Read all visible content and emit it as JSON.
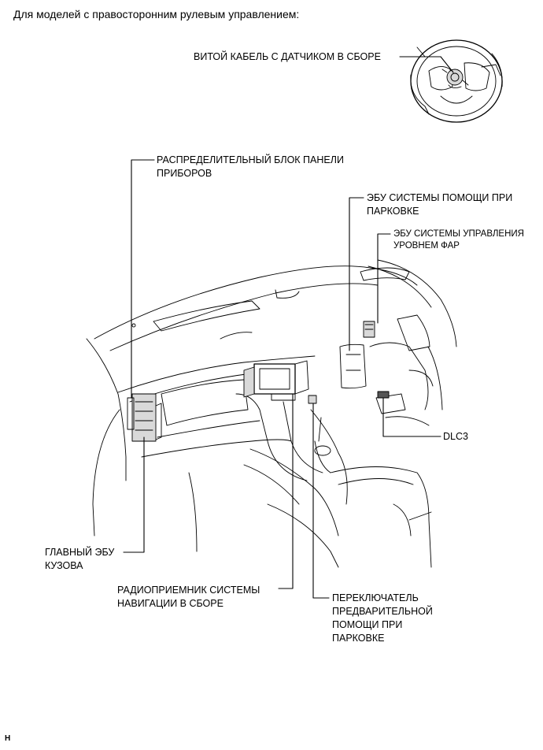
{
  "title": "Для моделей с правосторонним рулевым управлением:",
  "labels": {
    "spiral_cable": "ВИТОЙ КАБЕЛЬ С ДАТЧИКОМ В СБОРЕ",
    "junction_block_line1": "РАСПРЕДЕЛИТЕЛЬНЫЙ БЛОК ПАНЕЛИ",
    "junction_block_line2": "ПРИБОРОВ",
    "parking_assist_ecu_line1": "ЭБУ СИСТЕМЫ ПОМОЩИ ПРИ",
    "parking_assist_ecu_line2": "ПАРКОВКЕ",
    "headlight_leveling_ecu_line1": "ЭБУ СИСТЕМЫ УПРАВЛЕНИЯ",
    "headlight_leveling_ecu_line2": "УРОВНЕМ ФАР",
    "dlc3": "DLC3",
    "main_body_ecu_line1": "ГЛАВНЫЙ ЭБУ",
    "main_body_ecu_line2": "КУЗОВА",
    "navigation_receiver_line1": "РАДИОПРИЕМНИК СИСТЕМЫ",
    "navigation_receiver_line2": "НАВИГАЦИИ В СБОРЕ",
    "parking_assist_switch_line1": "ПЕРЕКЛЮЧАТЕЛЬ",
    "parking_assist_switch_line2": "ПРЕДВАРИТЕЛЬНОЙ",
    "parking_assist_switch_line3": "ПОМОЩИ ПРИ",
    "parking_assist_switch_line4": "ПАРКОВКЕ"
  },
  "figure_code": "H"
}
